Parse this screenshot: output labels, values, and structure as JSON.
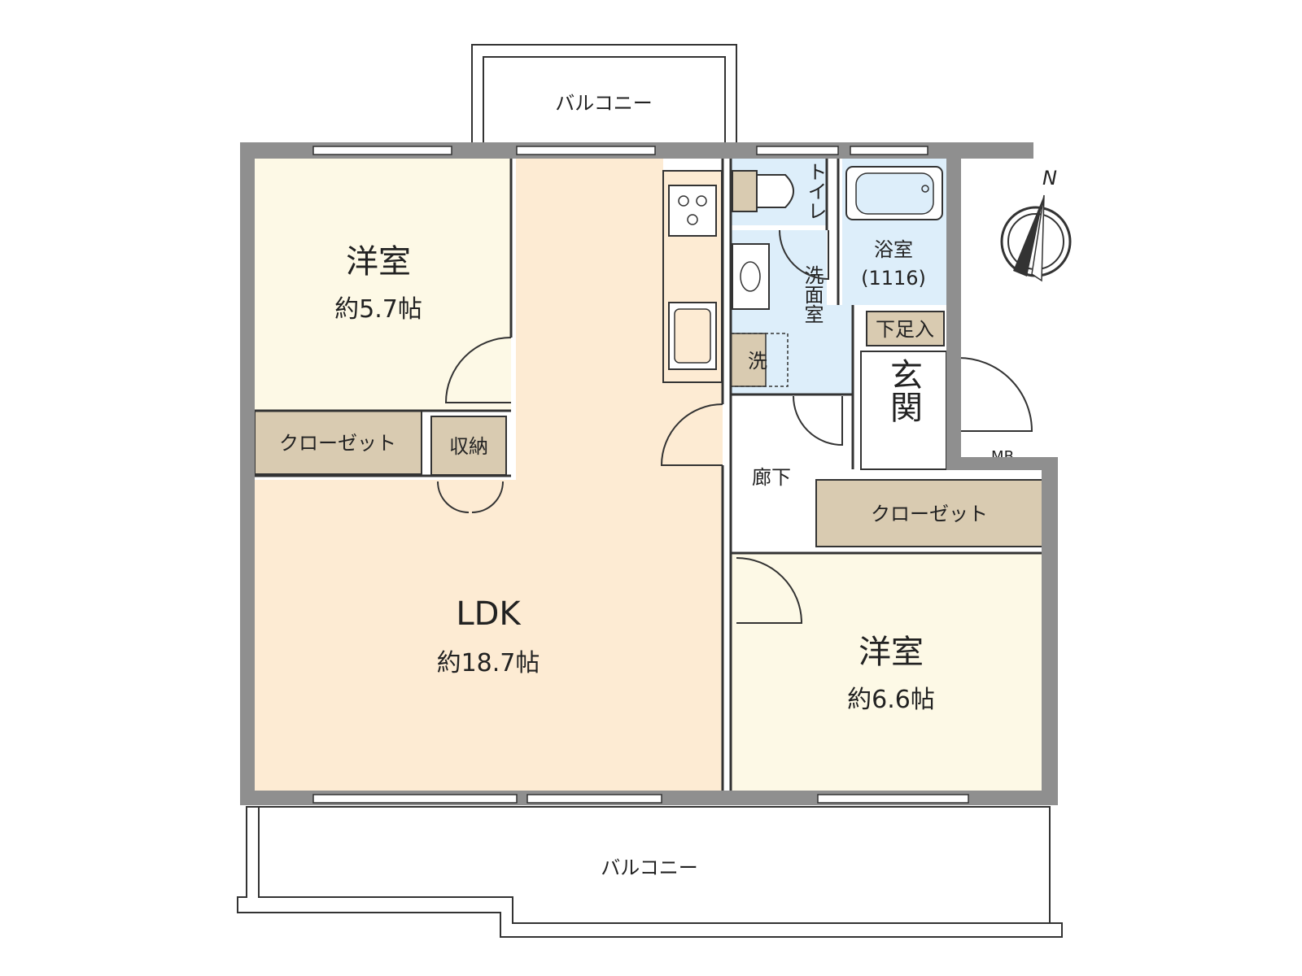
{
  "plan": {
    "balcony_top": "バルコニー",
    "balcony_bottom": "バルコニー",
    "compass": "N",
    "rooms": {
      "western_room_1": {
        "name": "洋室",
        "area": "約5.7帖"
      },
      "ldk": {
        "name": "LDK",
        "area": "約18.7帖"
      },
      "western_room_2": {
        "name": "洋室",
        "area": "約6.6帖"
      }
    },
    "closet_1": "クローゼット",
    "storage": "収納",
    "closet_2": "クローゼット",
    "toilet": "トイレ",
    "bathroom": {
      "name": "浴室",
      "size": "(1116)"
    },
    "washroom": "洗面室",
    "laundry": "洗",
    "shoe_box": "下足入",
    "entrance": "玄関",
    "hallway": "廊下",
    "meter_box": "MB"
  },
  "colors": {
    "western_room": "#fdf9e6",
    "ldk": "#fdebd3",
    "closet": "#d9cbb1",
    "wet_area": "#ddeefa",
    "wall": "#8f8f8f",
    "line": "#333333"
  }
}
